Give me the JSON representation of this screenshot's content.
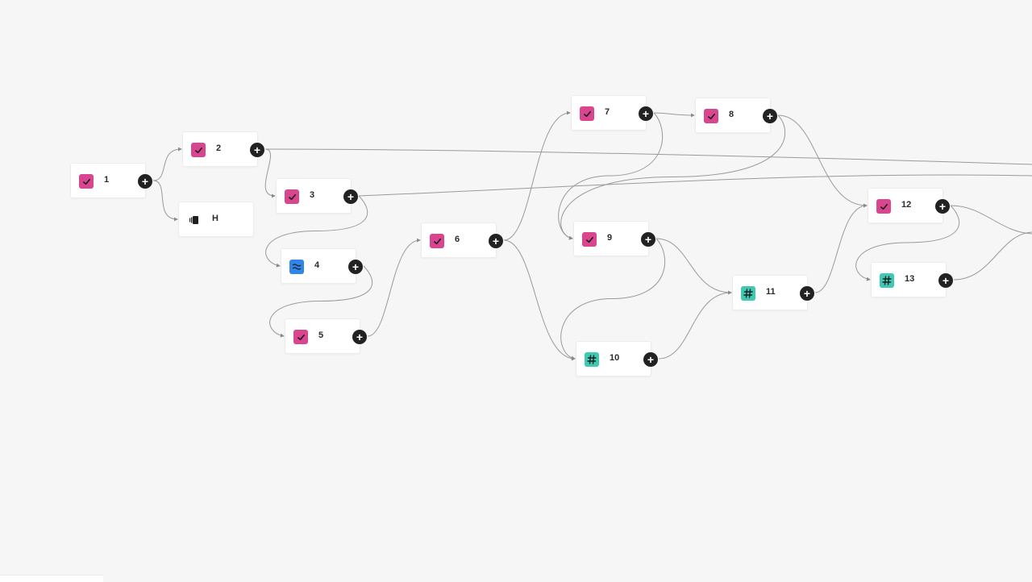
{
  "nodes": [
    {
      "id": "n1",
      "label": "1",
      "icon": "check-icon"
    },
    {
      "id": "n2",
      "label": "2",
      "icon": "check-icon"
    },
    {
      "id": "nH",
      "label": "H",
      "icon": "stack-icon"
    },
    {
      "id": "n3",
      "label": "3",
      "icon": "check-icon"
    },
    {
      "id": "n4",
      "label": "4",
      "icon": "wave-icon"
    },
    {
      "id": "n5",
      "label": "5",
      "icon": "check-icon"
    },
    {
      "id": "n6",
      "label": "6",
      "icon": "check-icon"
    },
    {
      "id": "n7",
      "label": "7",
      "icon": "check-icon"
    },
    {
      "id": "n8",
      "label": "8",
      "icon": "check-icon"
    },
    {
      "id": "n9",
      "label": "9",
      "icon": "check-icon"
    },
    {
      "id": "n10",
      "label": "10",
      "icon": "hash-icon"
    },
    {
      "id": "n11",
      "label": "11",
      "icon": "hash-icon"
    },
    {
      "id": "n12",
      "label": "12",
      "icon": "check-icon"
    },
    {
      "id": "n13",
      "label": "13",
      "icon": "hash-icon"
    }
  ],
  "edges": [
    [
      "n1",
      "n2"
    ],
    [
      "n1",
      "nH"
    ],
    [
      "n2",
      "n3"
    ],
    [
      "n3",
      "n4"
    ],
    [
      "n4",
      "n5"
    ],
    [
      "n5",
      "n6"
    ],
    [
      "n6",
      "n7"
    ],
    [
      "n6",
      "n10"
    ],
    [
      "n7",
      "n8"
    ],
    [
      "n7",
      "n9"
    ],
    [
      "n8",
      "n9"
    ],
    [
      "n8",
      "n12"
    ],
    [
      "n9",
      "n10"
    ],
    [
      "n9",
      "n11"
    ],
    [
      "n10",
      "n11"
    ],
    [
      "n11",
      "n12"
    ],
    [
      "n12",
      "n13"
    ]
  ],
  "offscreen_edges": [
    {
      "from": "n2",
      "to": "offscreen-right"
    },
    {
      "from": "n3",
      "to": "offscreen-right"
    },
    {
      "from": "n12",
      "to": "offscreen-right"
    },
    {
      "from": "n13",
      "to": "offscreen-right"
    }
  ],
  "add_symbol": "+",
  "colors": {
    "check": "#d9468f",
    "hash": "#3ec9b3",
    "wave": "#2f86e8",
    "edge": "#9a9a9a",
    "add_button": "#222222"
  }
}
